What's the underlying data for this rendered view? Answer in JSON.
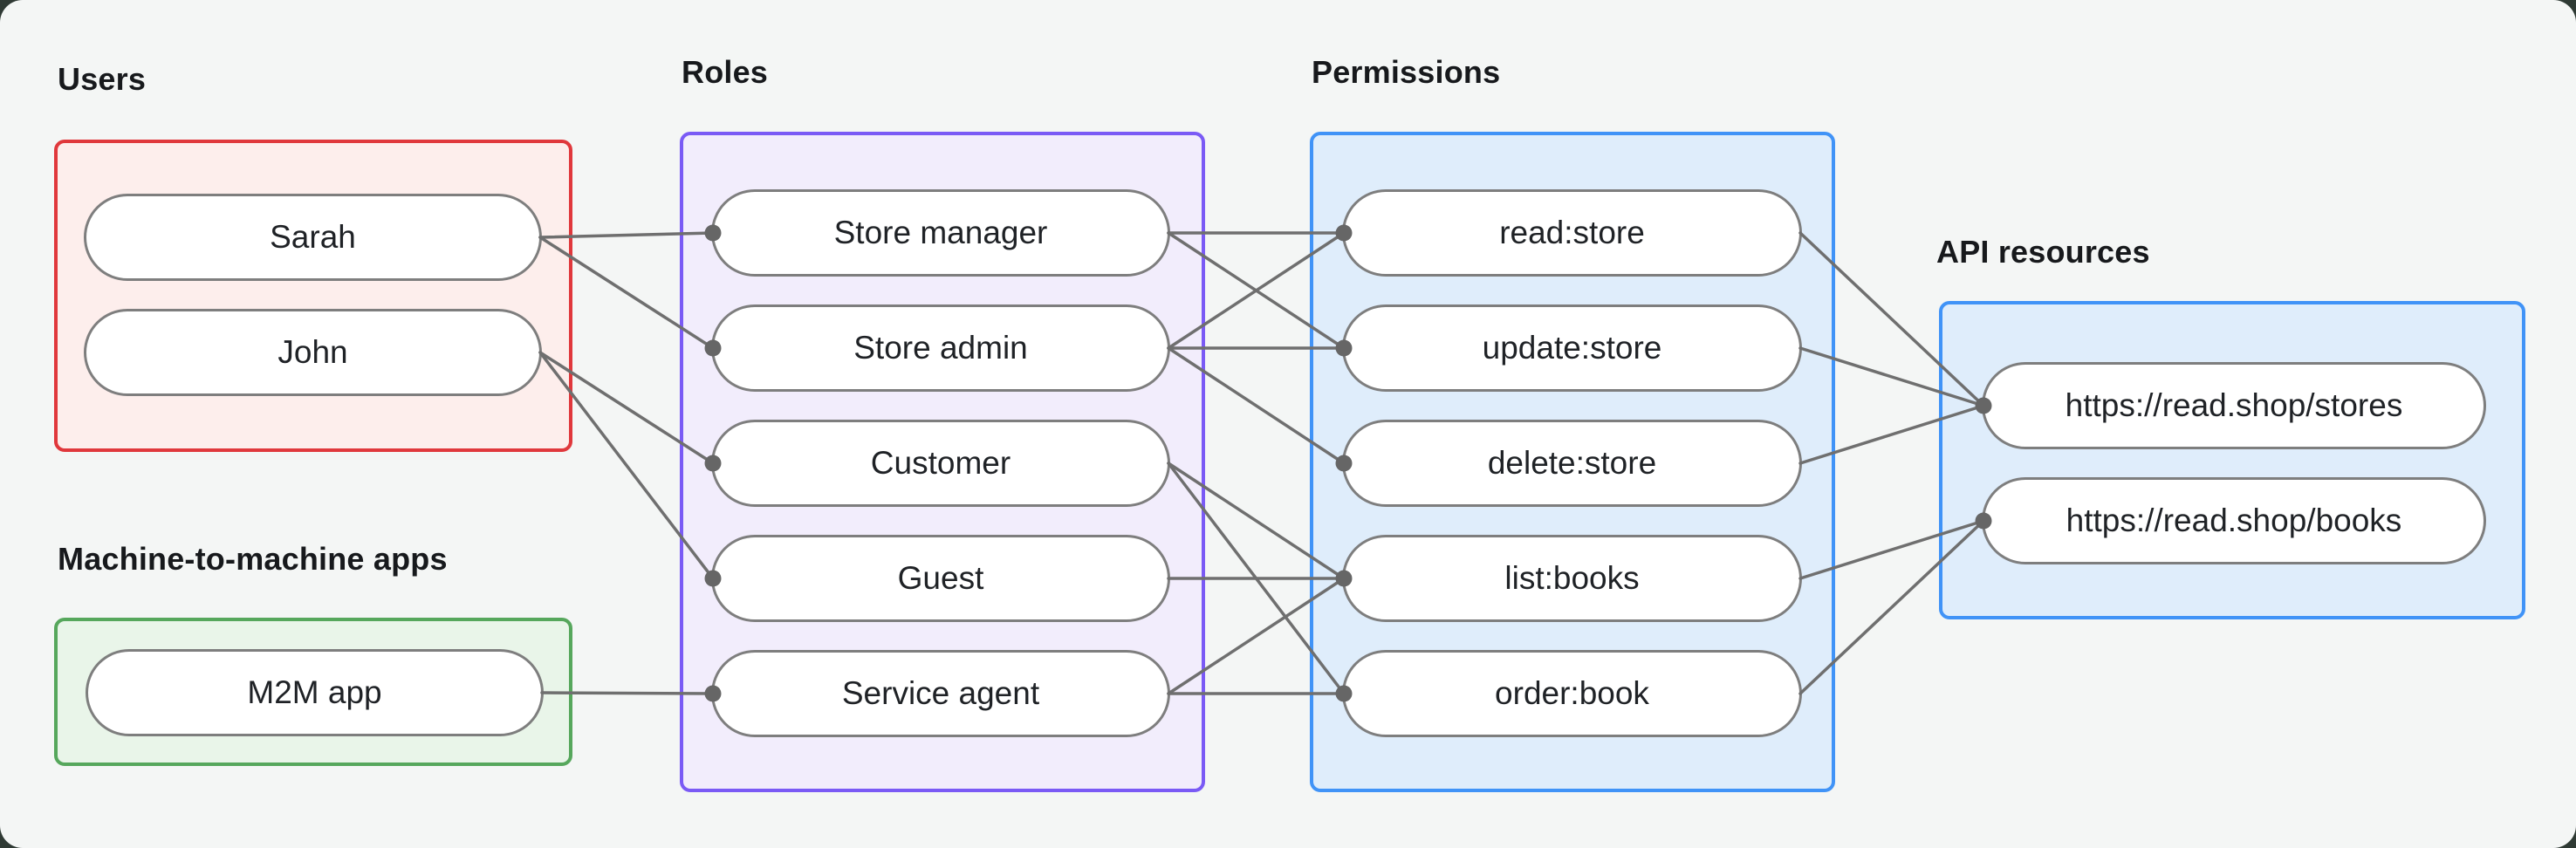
{
  "style": {
    "canvas_background": "#f4f6f5",
    "backdrop": "#2f3a34",
    "edge_color": "#6f6f6f",
    "dot_color": "#666666",
    "pill_border": "#7e7e7e",
    "pill_fill": "#ffffff",
    "text_color": "#1f2226"
  },
  "groups": [
    {
      "id": "users",
      "label": "Users",
      "border": "#e0383c",
      "fill": "#fdeeec"
    },
    {
      "id": "m2m",
      "label": "Machine-to-machine apps",
      "border": "#56a75c",
      "fill": "#e9f5e9"
    },
    {
      "id": "roles",
      "label": "Roles",
      "border": "#7a5af5",
      "fill": "#f2edfc"
    },
    {
      "id": "permissions",
      "label": "Permissions",
      "border": "#4093f7",
      "fill": "#dfedfb"
    },
    {
      "id": "api",
      "label": "API resources",
      "border": "#4093f7",
      "fill": "#dfedfb"
    }
  ],
  "nodes": {
    "sarah": {
      "label": "Sarah",
      "group": "users"
    },
    "john": {
      "label": "John",
      "group": "users"
    },
    "m2m-app": {
      "label": "M2M app",
      "group": "m2m"
    },
    "store-manager": {
      "label": "Store manager",
      "group": "roles"
    },
    "store-admin": {
      "label": "Store admin",
      "group": "roles"
    },
    "customer": {
      "label": "Customer",
      "group": "roles"
    },
    "guest": {
      "label": "Guest",
      "group": "roles"
    },
    "service-agent": {
      "label": "Service agent",
      "group": "roles"
    },
    "read-store": {
      "label": "read:store",
      "group": "permissions"
    },
    "update-store": {
      "label": "update:store",
      "group": "permissions"
    },
    "delete-store": {
      "label": "delete:store",
      "group": "permissions"
    },
    "list-books": {
      "label": "list:books",
      "group": "permissions"
    },
    "order-book": {
      "label": "order:book",
      "group": "permissions"
    },
    "res-stores": {
      "label": "https://read.shop/stores",
      "group": "api"
    },
    "res-books": {
      "label": "https://read.shop/books",
      "group": "api"
    }
  },
  "edges": [
    [
      "sarah",
      "store-manager"
    ],
    [
      "sarah",
      "store-admin"
    ],
    [
      "john",
      "customer"
    ],
    [
      "john",
      "guest"
    ],
    [
      "m2m-app",
      "service-agent"
    ],
    [
      "store-manager",
      "read-store"
    ],
    [
      "store-manager",
      "update-store"
    ],
    [
      "store-admin",
      "read-store"
    ],
    [
      "store-admin",
      "update-store"
    ],
    [
      "store-admin",
      "delete-store"
    ],
    [
      "customer",
      "list-books"
    ],
    [
      "customer",
      "order-book"
    ],
    [
      "guest",
      "list-books"
    ],
    [
      "service-agent",
      "list-books"
    ],
    [
      "service-agent",
      "order-book"
    ],
    [
      "read-store",
      "res-stores"
    ],
    [
      "update-store",
      "res-stores"
    ],
    [
      "delete-store",
      "res-stores"
    ],
    [
      "list-books",
      "res-books"
    ],
    [
      "order-book",
      "res-books"
    ]
  ]
}
